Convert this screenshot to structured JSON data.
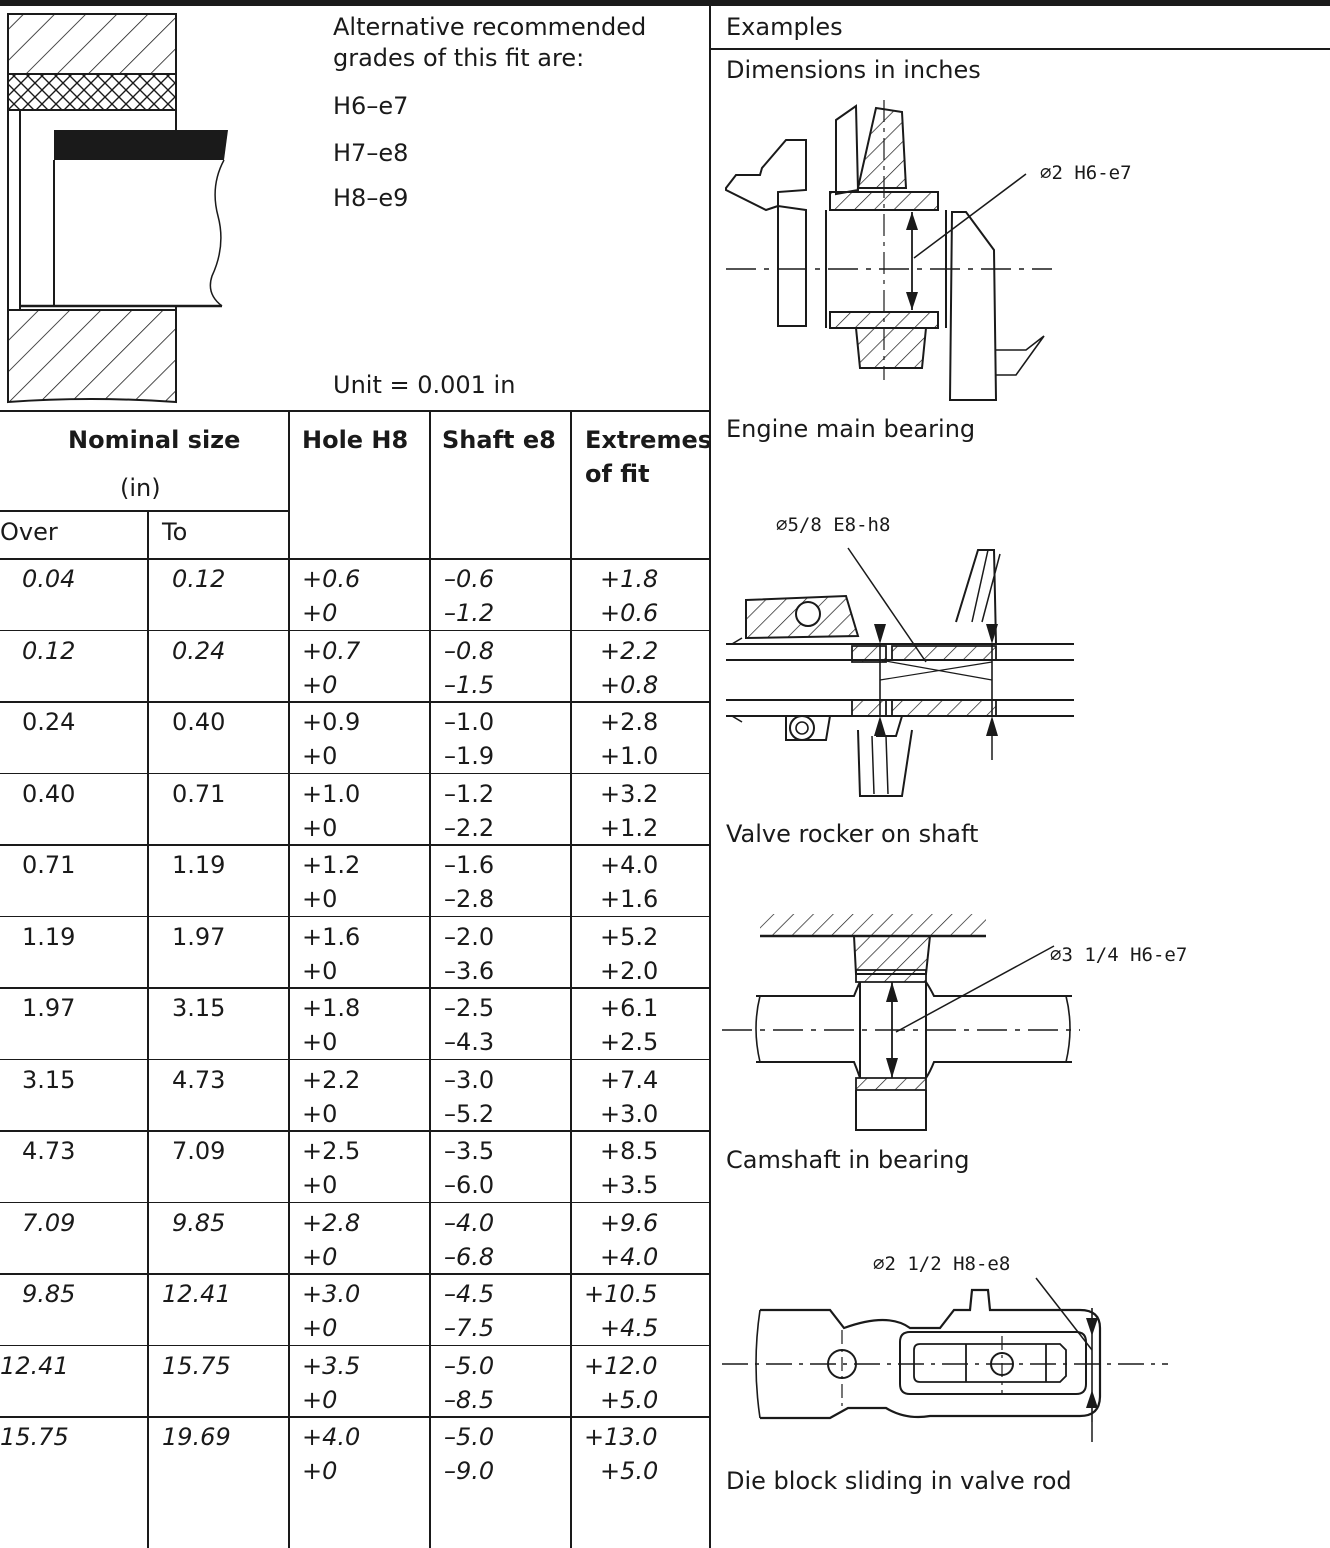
{
  "header": {
    "alt_title_line1": "Alternative recommended",
    "alt_title_line2": "grades of this fit are:",
    "alt_grades": [
      "H6–e7",
      "H7–e8",
      "H8–e9"
    ],
    "unit": "Unit = 0.001 in"
  },
  "examples": {
    "title": "Examples",
    "dims": "Dimensions in inches",
    "items": [
      {
        "dim": "∅2 H6-e7",
        "caption": "Engine main bearing"
      },
      {
        "dim": "∅5/8 E8-h8",
        "caption": "Valve rocker on shaft"
      },
      {
        "dim": "∅3 1/4 H6-e7",
        "caption": "Camshaft in bearing"
      },
      {
        "dim": "∅2 1/2 H8-e8",
        "caption": "Die block sliding in valve rod"
      }
    ]
  },
  "table": {
    "headers": {
      "nominal": "Nominal size",
      "nominal_unit": "(in)",
      "over": "Over",
      "to": "To",
      "hole": "Hole H8",
      "shaft": "Shaft e8",
      "extremes_1": "Extremes",
      "extremes_2": "of fit"
    },
    "rows": [
      {
        "over": "0.04",
        "to": "0.12",
        "hole_hi": "+0.6",
        "hole_lo": "+0",
        "shaft_hi": "–0.6",
        "shaft_lo": "–1.2",
        "fit_hi": "+1.8",
        "fit_lo": "+0.6",
        "italic": true
      },
      {
        "over": "0.12",
        "to": "0.24",
        "hole_hi": "+0.7",
        "hole_lo": "+0",
        "shaft_hi": "–0.8",
        "shaft_lo": "–1.5",
        "fit_hi": "+2.2",
        "fit_lo": "+0.8",
        "italic": true
      },
      {
        "over": "0.24",
        "to": "0.40",
        "hole_hi": "+0.9",
        "hole_lo": "+0",
        "shaft_hi": "–1.0",
        "shaft_lo": "–1.9",
        "fit_hi": "+2.8",
        "fit_lo": "+1.0",
        "italic": false
      },
      {
        "over": "0.40",
        "to": "0.71",
        "hole_hi": "+1.0",
        "hole_lo": "+0",
        "shaft_hi": "–1.2",
        "shaft_lo": "–2.2",
        "fit_hi": "+3.2",
        "fit_lo": "+1.2",
        "italic": false
      },
      {
        "over": "0.71",
        "to": "1.19",
        "hole_hi": "+1.2",
        "hole_lo": "+0",
        "shaft_hi": "–1.6",
        "shaft_lo": "–2.8",
        "fit_hi": "+4.0",
        "fit_lo": "+1.6",
        "italic": false
      },
      {
        "over": "1.19",
        "to": "1.97",
        "hole_hi": "+1.6",
        "hole_lo": "+0",
        "shaft_hi": "–2.0",
        "shaft_lo": "–3.6",
        "fit_hi": "+5.2",
        "fit_lo": "+2.0",
        "italic": false
      },
      {
        "over": "1.97",
        "to": "3.15",
        "hole_hi": "+1.8",
        "hole_lo": "+0",
        "shaft_hi": "–2.5",
        "shaft_lo": "–4.3",
        "fit_hi": "+6.1",
        "fit_lo": "+2.5",
        "italic": false
      },
      {
        "over": "3.15",
        "to": "4.73",
        "hole_hi": "+2.2",
        "hole_lo": "+0",
        "shaft_hi": "–3.0",
        "shaft_lo": "–5.2",
        "fit_hi": "+7.4",
        "fit_lo": "+3.0",
        "italic": false
      },
      {
        "over": "4.73",
        "to": "7.09",
        "hole_hi": "+2.5",
        "hole_lo": "+0",
        "shaft_hi": "–3.5",
        "shaft_lo": "–6.0",
        "fit_hi": "+8.5",
        "fit_lo": "+3.5",
        "italic": false
      },
      {
        "over": "7.09",
        "to": "9.85",
        "hole_hi": "+2.8",
        "hole_lo": "+0",
        "shaft_hi": "–4.0",
        "shaft_lo": "–6.8",
        "fit_hi": "+9.6",
        "fit_lo": "+4.0",
        "italic": true
      },
      {
        "over": "9.85",
        "to": "12.41",
        "hole_hi": "+3.0",
        "hole_lo": "+0",
        "shaft_hi": "–4.5",
        "shaft_lo": "–7.5",
        "fit_hi": "+10.5",
        "fit_lo": "+4.5",
        "italic": true
      },
      {
        "over": "12.41",
        "to": "15.75",
        "hole_hi": "+3.5",
        "hole_lo": "+0",
        "shaft_hi": "–5.0",
        "shaft_lo": "–8.5",
        "fit_hi": "+12.0",
        "fit_lo": "+5.0",
        "italic": true
      },
      {
        "over": "15.75",
        "to": "19.69",
        "hole_hi": "+4.0",
        "hole_lo": "+0",
        "shaft_hi": "–5.0",
        "shaft_lo": "–9.0",
        "fit_hi": "+13.0",
        "fit_lo": "+5.0",
        "italic": true
      }
    ]
  }
}
